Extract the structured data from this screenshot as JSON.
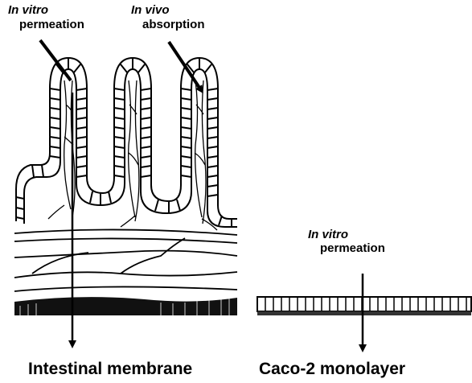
{
  "labels": {
    "villus_left_line1": "In vitro",
    "villus_left_line2": "permeation",
    "villus_right_line1": "In vivo",
    "villus_right_line2": "absorption",
    "caco_line1": "In vitro",
    "caco_line2": "permeation"
  },
  "captions": {
    "left": "Intestinal membrane",
    "right": "Caco-2 monolayer"
  }
}
